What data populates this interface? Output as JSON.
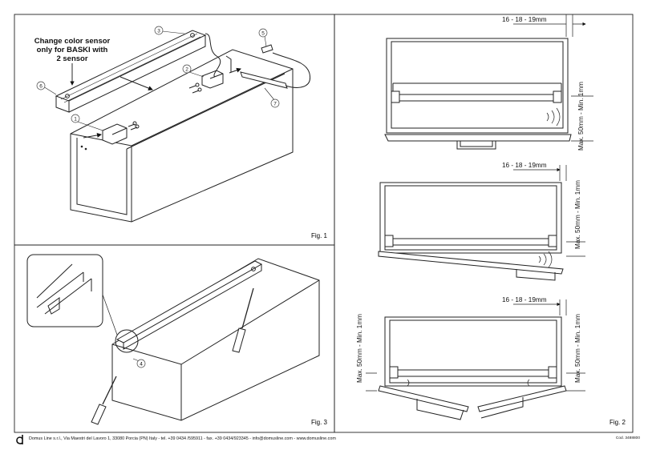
{
  "sensor_note": [
    "Change color sensor",
    "only for BASKI with",
    "2 sensor"
  ],
  "fig1": {
    "label": "Fig.  1",
    "callouts": [
      "1",
      "2",
      "3",
      "5",
      "6",
      "7"
    ]
  },
  "fig3": {
    "label": "Fig.  3",
    "callouts": [
      "4"
    ]
  },
  "fig2": {
    "label": "Fig.  2",
    "thickness_label": "16 - 18 - 19mm",
    "gap_label": "Max. 50mm - Min. 1mm"
  },
  "footer": {
    "company": "Domus Line s.r.l., Via Maestri del Lavoro 1, 33080 Porcia (PN) Italy - tel. +39 0434 /595911 - fax. +39 0434/923345 - info@domusline.com - www.domusline.com",
    "code": "Cod. 3488800"
  }
}
